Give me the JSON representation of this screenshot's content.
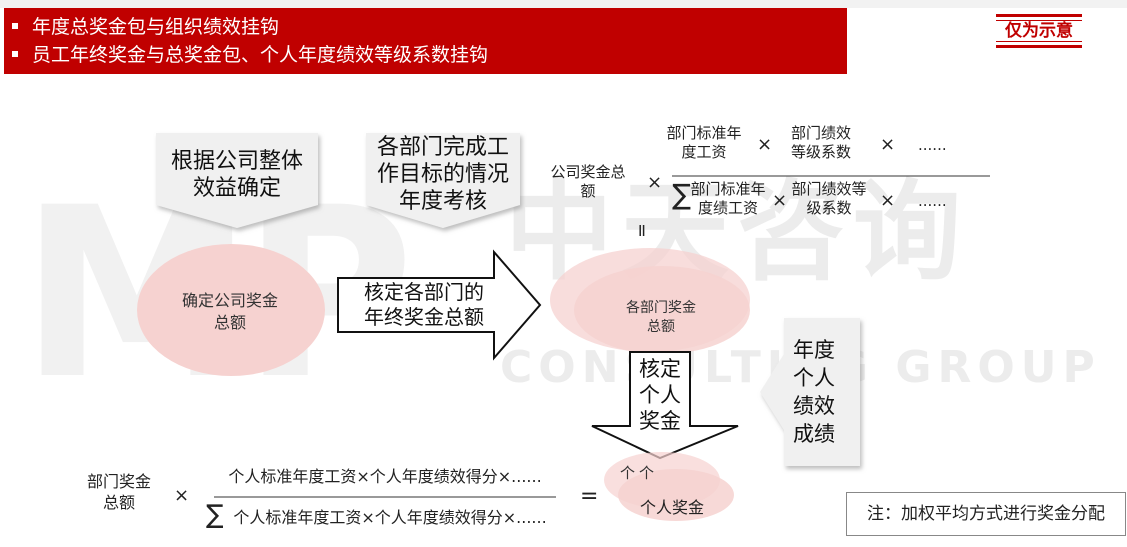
{
  "header": {
    "bullets": [
      "年度总奖金包与组织绩效挂钩",
      "员工年终奖金与总奖金包、个人年度绩效等级系数挂钩"
    ],
    "stamp": "仅为示意"
  },
  "watermark": {
    "logo_letters": "MP",
    "chinese": "中天咨询",
    "english": "CONSULTING GROUP"
  },
  "diagram": {
    "callout1": [
      "根据公司整体",
      "效益确定"
    ],
    "callout2": [
      "各部门完成工",
      "作目标的情况",
      "年度考核"
    ],
    "ellipse_company": [
      "确定公司奖金",
      "总额"
    ],
    "arrow_right": [
      "核定各部门的",
      "年终奖金总额"
    ],
    "formula_top": {
      "left": [
        "公司奖金总",
        "额"
      ],
      "times": "×",
      "numerator": {
        "term1": [
          "部门标准年",
          "度工资"
        ],
        "term2": [
          "部门绩效",
          "等级系数"
        ],
        "ellipsis": "......"
      },
      "denominator": {
        "sigma": "∑",
        "term1": [
          "部门标准年",
          "度绩工资"
        ],
        "term2": [
          "部门绩效等",
          "级系数"
        ],
        "ellipsis": "......"
      },
      "equals": "II"
    },
    "ellipse_dept": [
      "各部门奖金",
      "总额"
    ],
    "arrow_down": [
      "核定",
      "个人",
      "奖金"
    ],
    "callout_left": [
      "年度",
      "个人",
      "绩效",
      "成绩"
    ],
    "formula_bottom": {
      "left": [
        "部门奖金",
        "总额"
      ],
      "times": "×",
      "numerator": "个人标准年度工资×个人年度绩效得分×......",
      "sigma": "∑",
      "denominator": "个人标准年度工资×个人年度绩效得分×......",
      "equals": "=",
      "result_stack": "个个",
      "result": "个人奖金"
    },
    "note": "注：加权平均方式进行奖金分配"
  },
  "colors": {
    "brand_red": "#c00000",
    "ellipse_pink": "#f6d2d0",
    "callout_gray": "#f0f0f0",
    "watermark_gray": "#ececec"
  }
}
